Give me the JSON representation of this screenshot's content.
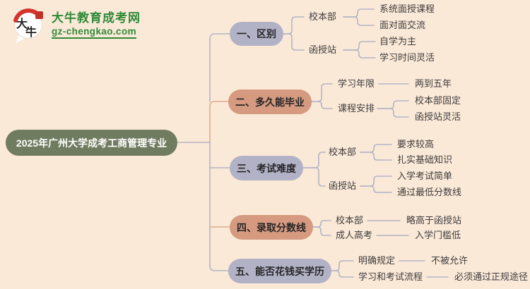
{
  "logo": {
    "icon": "dainiu-speech-bubble-icon",
    "icon_chars": [
      "大",
      "牛"
    ],
    "title": "大牛教育成考网",
    "domain": "gz-chengkao.com"
  },
  "root": {
    "label": "2025年广州大学成考工商管理专业"
  },
  "branches": [
    {
      "label": "一、区别",
      "children": [
        {
          "label": "校本部",
          "leaves": [
            "系统面授课程",
            "面对面交流"
          ]
        },
        {
          "label": "函授站",
          "leaves": [
            "自学为主",
            "学习时间灵活"
          ]
        }
      ]
    },
    {
      "label": "二、多久能毕业",
      "children": [
        {
          "label": "学习年限",
          "leaves": [
            "两到五年"
          ]
        },
        {
          "label": "课程安排",
          "leaves": [
            "校本部固定",
            "函授站灵活"
          ]
        }
      ]
    },
    {
      "label": "三、考试难度",
      "children": [
        {
          "label": "校本部",
          "leaves": [
            "要求较高",
            "扎实基础知识"
          ]
        },
        {
          "label": "函授站",
          "leaves": [
            "入学考试简单",
            "通过最低分数线"
          ]
        }
      ]
    },
    {
      "label": "四、录取分数线",
      "children": [
        {
          "label": "校本部",
          "leaves": [
            "略高于函授站"
          ]
        },
        {
          "label": "成人高考",
          "leaves": [
            "入学门槛低"
          ]
        }
      ]
    },
    {
      "label": "五、能否花钱买学历",
      "children": [
        {
          "label": "明确规定",
          "leaves": [
            "不被允许"
          ]
        },
        {
          "label": "学习和考试流程",
          "leaves": [
            "必须通过正规途径"
          ]
        }
      ]
    }
  ],
  "colors": {
    "background": "#fbe9d8",
    "root_pill": "#707c60",
    "branch_lavender": "#b2b2c6",
    "branch_salmon": "#d59a80",
    "line_gray": "#b5b4c6",
    "line_salmon": "#dcab90",
    "logo_green": "#2e8a39",
    "logo_red": "#d5342c"
  }
}
